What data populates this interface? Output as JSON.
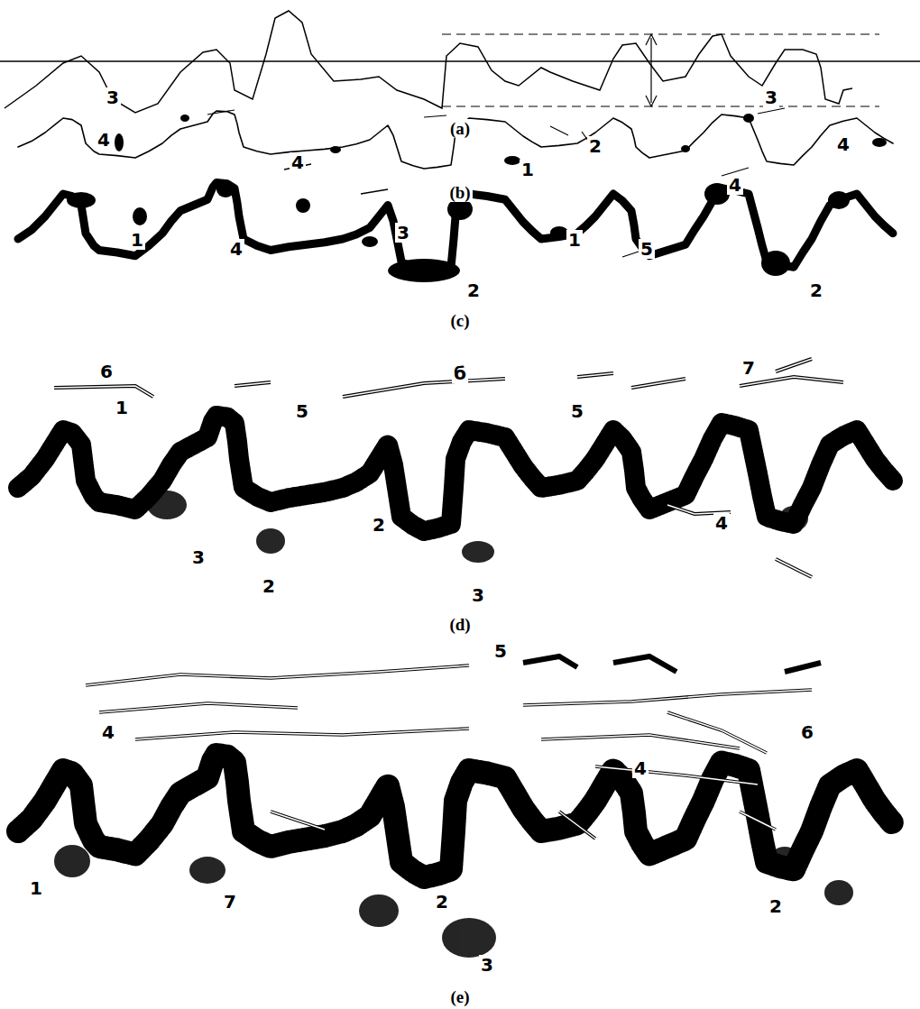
{
  "diagram": {
    "labels": [
      "(a)",
      "3",
      "3",
      "4",
      "2",
      "4",
      "1",
      "(b)",
      "4",
      "4",
      "1",
      "4",
      "3",
      "1",
      "5",
      "2",
      "2",
      "(c)",
      "6",
      "б",
      "7",
      "1",
      "5",
      "5",
      "4",
      "2",
      "3",
      "2",
      "3",
      "(d)",
      "5",
      "4",
      "6",
      "4",
      "1",
      "7",
      "2",
      "2",
      "3",
      "(e)"
    ]
  }
}
